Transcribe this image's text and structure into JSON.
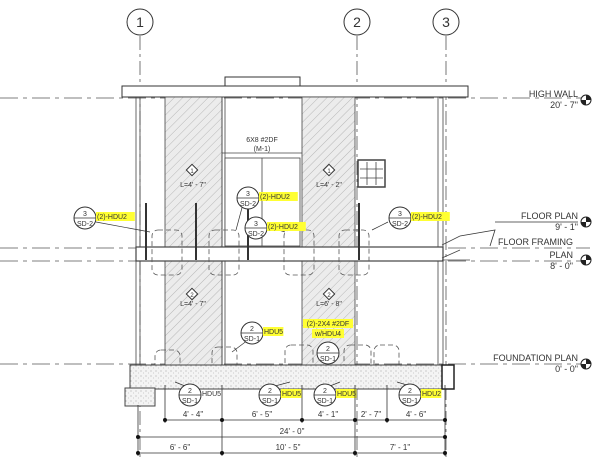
{
  "grids": [
    {
      "label": "1"
    },
    {
      "label": "2"
    },
    {
      "label": "3"
    }
  ],
  "levels": [
    {
      "name": "HIGH WALL",
      "elev": "20' - 7\""
    },
    {
      "name": "FLOOR PLAN",
      "elev": "9' - 1\""
    },
    {
      "name": "FLOOR FRAMING",
      "name2": "PLAN",
      "elev": "8' - 0\""
    },
    {
      "name": "FOUNDATION PLAN",
      "elev": "0' - 0\""
    }
  ],
  "header": {
    "label": "6X8 #2DF",
    "sub": "(M-1)"
  },
  "shearwalls": [
    {
      "mark": "1",
      "length": "L=4' - 7\""
    },
    {
      "mark": "1",
      "length": "L=4' - 2\""
    },
    {
      "mark": "2",
      "length": "L=4' - 7\""
    },
    {
      "mark": "2",
      "length": "L=6' - 8\""
    }
  ],
  "callouts": [
    {
      "num": "3",
      "sheet": "SD-2",
      "note": "(2)-HDU2"
    },
    {
      "num": "3",
      "sheet": "SD-2",
      "note": "(2)-HDU2"
    },
    {
      "num": "3",
      "sheet": "SD-2",
      "note": "(2)-HDU2"
    },
    {
      "num": "3",
      "sheet": "SD-2",
      "note": "(2)-HDU2"
    },
    {
      "num": "2",
      "sheet": "SD-1",
      "note": "HDU5"
    },
    {
      "num": "2",
      "sheet": "SD-1",
      "note": "(2)-2X4 #2DF",
      "note2": "w/HDU4"
    },
    {
      "num": "2",
      "sheet": "SD-1",
      "note": "HDU5"
    },
    {
      "num": "2",
      "sheet": "SD-1",
      "note": "HDU5"
    },
    {
      "num": "2",
      "sheet": "SD-1",
      "note": "HDU5"
    },
    {
      "num": "2",
      "sheet": "SD-1",
      "note": "HDU2"
    }
  ],
  "dims": {
    "row1": [
      "4' - 4\"",
      "6' - 5\"",
      "4' - 1\"",
      "2' - 7\"",
      "4' - 6\""
    ],
    "overall": "24' - 0\"",
    "row3": [
      "6' - 6\"",
      "10' - 5\"",
      "7' - 1\""
    ]
  },
  "colors": {
    "highlight": "#ffff33",
    "line": "#333333",
    "hatch": "#e6e6e6"
  }
}
